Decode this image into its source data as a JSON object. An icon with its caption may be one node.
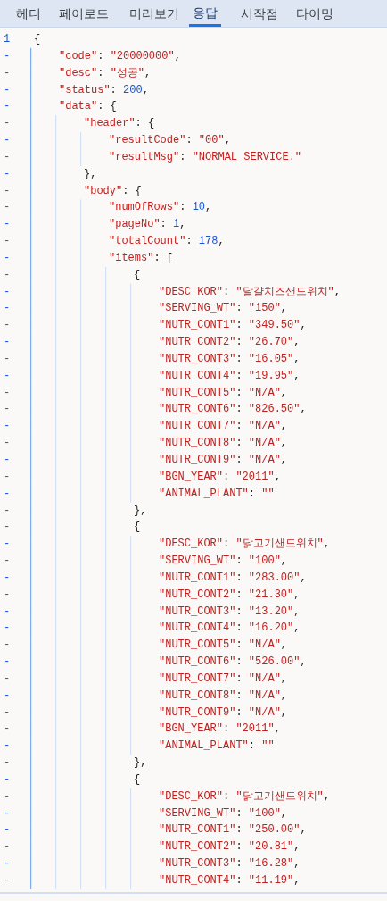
{
  "diagram": {
    "labels": [
      "헤더",
      "페이로드",
      "미리보기",
      "응답",
      "시작점",
      "타이밍",
      "1",
      "{",
      "-",
      "\"code\": \"20000000\",",
      "-",
      "\"desc\": \"성공\",",
      "-",
      "\"status\": 200,",
      "-",
      "\"data\": {",
      "-",
      "\"header\": {",
      "-",
      "\"resultCode\": \"00\",",
      "-",
      "\"resultMsg\": \"NORMAL SERVICE.\"",
      "-",
      "},",
      "-",
      "\"body\": {",
      "-",
      "\"numOfRows\": 10,",
      "-",
      "\"pageNo\": 1,",
      "-",
      "\"totalCount\": 178,",
      "-",
      "\"items\": [",
      "-",
      "{",
      "-",
      "\"DESC_KOR\": \"달걀치즈샌드위치\",",
      "-",
      "\"SERVING_WT\": \"150\",",
      "-",
      "\"NUTR_CONT1\": \"349.50\",",
      "-",
      "\"NUTR_CONT2\": \"26.70\",",
      "-",
      "\"NUTR_CONT3\": \"16.05\",",
      "-",
      "\"NUTR_CONT4\": \"19.95\",",
      "-",
      "\"NUTR_CONT5\": \"N/A\",",
      "-",
      "\"NUTR_CONT6\": \"826.50\",",
      "-",
      "\"NUTR_CONT7\": \"N/A\",",
      "-",
      "\"NUTR_CONT8\": \"N/A\",",
      "-",
      "\"NUTR_CONT9\": \"N/A\",",
      "-",
      "\"BGN_YEAR\": \"2011\",",
      "-",
      "\"ANIMAL_PLANT\": \"\"",
      "-",
      "},",
      "-",
      "{",
      "-",
      "\"DESC_KOR\": \"닭고기샌드위치\",",
      "-",
      "\"SERVING_WT\": \"100\",",
      "-",
      "\"NUTR_CONT1\": \"283.00\",",
      "-",
      "\"NUTR_CONT2\": \"21.30\",",
      "-",
      "\"NUTR_CONT3\": \"13.20\",",
      "-",
      "\"NUTR_CONT4\": \"16.20\",",
      "-",
      "\"NUTR_CONT5\": \"N/A\",",
      "-",
      "\"NUTR_CONT6\": \"526.00\",",
      "-",
      "\"NUTR_CONT7\": \"N/A\",",
      "-",
      "\"NUTR_CONT8\": \"N/A\",",
      "-",
      "\"NUTR_CONT9\": \"N/A\",",
      "-",
      "\"BGN_YEAR\": \"2011\",",
      "-",
      "\"ANIMAL_PLANT\": \"\"",
      "-",
      "},",
      "-",
      "{",
      "-",
      "\"DESC_KOR\": \"닭고기샌드위치\",",
      "-",
      "\"SERVING_WT\": \"100\",",
      "-",
      "\"NUTR_CONT1\": \"250.00\",",
      "-",
      "\"NUTR_CONT2\": \"20.81\",",
      "-",
      "\"NUTR_CONT3\": \"16.28\",",
      "-",
      "\"NUTR_CONT4\": \"11.19\","
    ]
  }
}
